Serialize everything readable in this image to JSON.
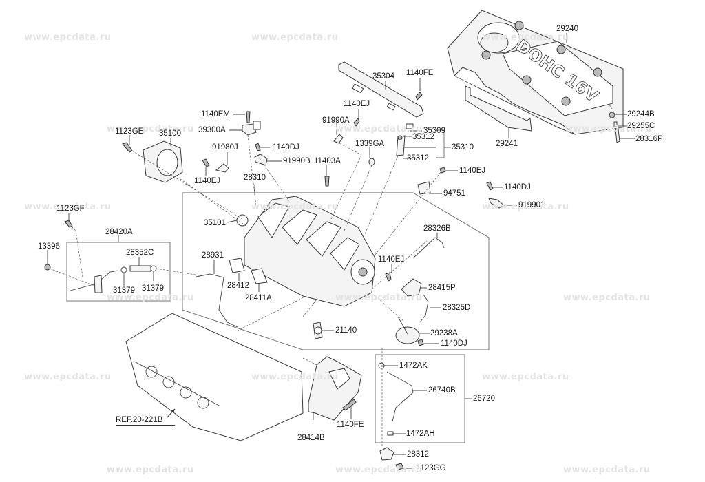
{
  "watermark": "www.epcdata.ru",
  "cover_emboss": "DOHC 16V",
  "reference": "REF.20-221B",
  "labels": {
    "p29240": "29240",
    "p29241": "29241",
    "p29244B": "29244B",
    "p29255C": "29255C",
    "p28316P": "28316P",
    "p35304": "35304",
    "p1140FE_top": "1140FE",
    "p1140EJ_rail": "1140EJ",
    "p91990A": "91990A",
    "p35309": "35309",
    "p35312_a": "35312",
    "p35310": "35310",
    "p35312_b": "35312",
    "p1339GA": "1339GA",
    "p1140EM": "1140EM",
    "p39300A": "39300A",
    "p1140DJ_top": "1140DJ",
    "p91980J": "91980J",
    "p91990B": "91990B",
    "p11403A": "11403A",
    "p1123GE": "1123GE",
    "p35100": "35100",
    "p1140EJ_left": "1140EJ",
    "p28310": "28310",
    "p1140EJ_right": "1140EJ",
    "p94751": "94751",
    "p1140DJ_right": "1140DJ",
    "p919901": "919901",
    "p1123GF": "1123GF",
    "p28420A": "28420A",
    "p13396": "13396",
    "p28352C": "28352C",
    "p31379_a": "31379",
    "p31379_b": "31379",
    "p35101": "35101",
    "p28931": "28931",
    "p28412": "28412",
    "p28411A": "28411A",
    "p28326B": "28326B",
    "p1140EJ_mid": "1140EJ",
    "p28415P": "28415P",
    "p28325D": "28325D",
    "p21140": "21140",
    "p29238A": "29238A",
    "p1140DJ_low": "1140DJ",
    "p1472AK": "1472AK",
    "p26740B": "26740B",
    "p26720": "26720",
    "p1472AH": "1472AH",
    "p28312": "28312",
    "p1123GG": "1123GG",
    "p28414B": "28414B",
    "p1140FE_low": "1140FE"
  }
}
